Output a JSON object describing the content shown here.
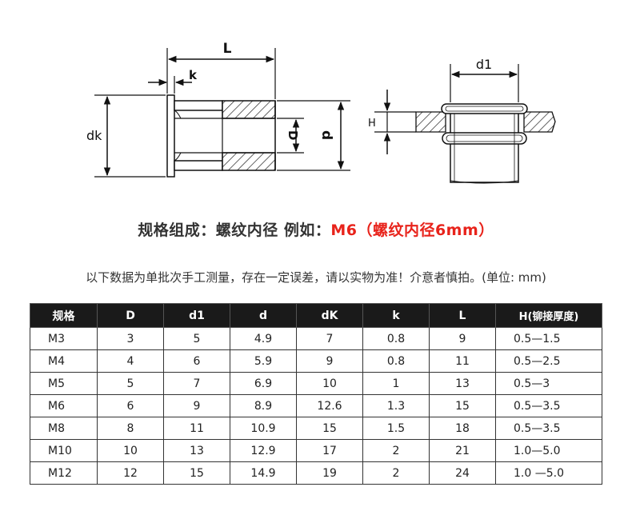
{
  "diagram": {
    "labels": {
      "L": "L",
      "k": "k",
      "dk": "dk",
      "D": "D",
      "d": "d",
      "d1": "d1",
      "H": "H"
    }
  },
  "title": {
    "main": "规格组成：螺纹内径  例如：",
    "example": "M6（螺纹内径6mm）"
  },
  "note": "以下数据为单批次手工测量，存在一定误差，请以实物为准！介意者慎拍。(单位: mm)",
  "table": {
    "headers": [
      "规格",
      "D",
      "d1",
      "d",
      "dK",
      "k",
      "L",
      "H(铆接厚度)"
    ],
    "rows": [
      [
        "M3",
        "3",
        "5",
        "4.9",
        "7",
        "0.8",
        "9",
        "0.5—1.5"
      ],
      [
        "M4",
        "4",
        "6",
        "5.9",
        "9",
        "0.8",
        "11",
        "0.5—2.5"
      ],
      [
        "M5",
        "5",
        "7",
        "6.9",
        "10",
        "1",
        "13",
        "0.5—3"
      ],
      [
        "M6",
        "6",
        "9",
        "8.9",
        "12.6",
        "1.3",
        "15",
        "0.5—3.5"
      ],
      [
        "M8",
        "8",
        "11",
        "10.9",
        "15",
        "1.5",
        "18",
        "0.5—3.5"
      ],
      [
        "M10",
        "10",
        "13",
        "12.9",
        "17",
        "2",
        "21",
        "1.0—5.0"
      ],
      [
        "M12",
        "12",
        "15",
        "14.9",
        "19",
        "2",
        "24",
        "1.0 —5.0"
      ]
    ]
  }
}
